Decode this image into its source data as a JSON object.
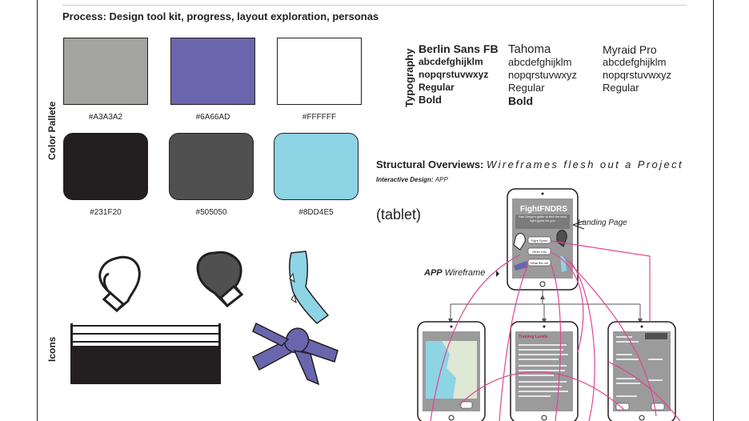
{
  "process_title": "Process: Design tool kit, progress, layout exploration, personas",
  "section_labels": {
    "color": "Color Pallete",
    "icons": "Icons",
    "typography": "Typography"
  },
  "palette": [
    {
      "hex_label": "#A3A3A2",
      "color": "#A3A3A2"
    },
    {
      "hex_label": "#6A66AD",
      "color": "#6A66AD"
    },
    {
      "hex_label": "#FFFFFF",
      "color": "#FFFFFF"
    },
    {
      "hex_label": "#231F20",
      "color": "#231F20"
    },
    {
      "hex_label": "#505050",
      "color": "#505050"
    },
    {
      "hex_label": "#8DD4E5",
      "color": "#8DD4E5"
    }
  ],
  "typography": [
    {
      "font": "Berlin Sans FB",
      "lower": "abcdefghijklm",
      "lower2": "nopqrstuvwxyz",
      "regular": "Regular",
      "bold": "Bold"
    },
    {
      "font": "Tahoma",
      "lower": "abcdefghijklm",
      "lower2": "nopqrstuvwxyz",
      "regular": "Regular",
      "bold": "Bold"
    },
    {
      "font": "Myraid Pro",
      "lower": "abcdefghijklm",
      "lower2": "nopqrstuvwxyz",
      "regular": "Regular",
      "bold": ""
    }
  ],
  "structural": {
    "title_bold": "Structural Overviews:",
    "title_italic": "Wireframes flesh out a Project",
    "interactive_label": "Interactive Design:",
    "interactive_value": "APP",
    "device": "(tablet)",
    "landing_page": "Landing Page",
    "app_bold": "APP",
    "app_rest": "Wireframe",
    "tablet_app_name": "FightFNDRS",
    "tablet_subtitle": "San Diego's guide to find the best fight gyms for you",
    "tablet_buttons": [
      "Fight Gyms",
      "Other Info",
      "What fits me"
    ],
    "screen2_title": "Training Levels"
  },
  "colors": {
    "accent_pink": "#E0468F",
    "connector": "#555555"
  }
}
